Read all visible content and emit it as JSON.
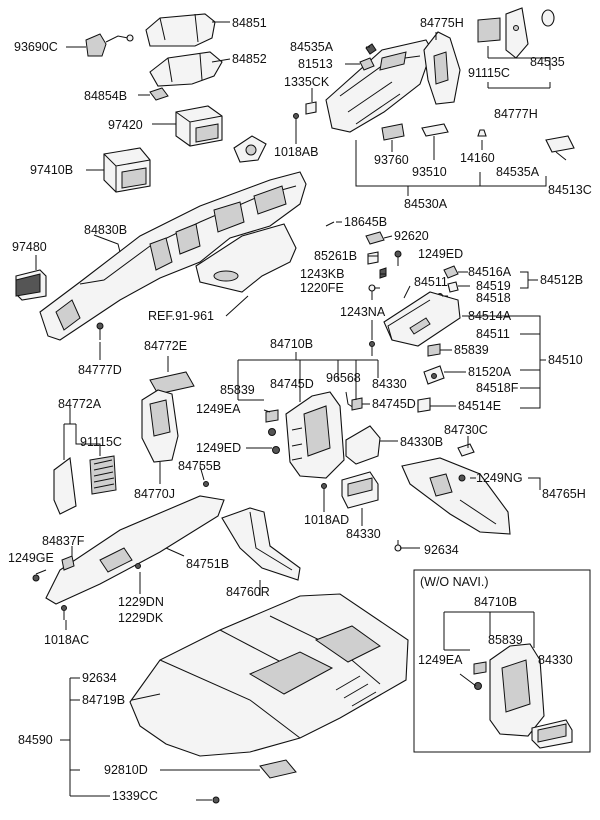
{
  "labels": {
    "p84851": "84851",
    "p93690C": "93690C",
    "p84852": "84852",
    "p84854B": "84854B",
    "p97420": "97420",
    "p97410B": "97410B",
    "p84830B": "84830B",
    "p97480": "97480",
    "p84777D": "84777D",
    "ref": "REF.91-961",
    "p84775H": "84775H",
    "p84535A_top": "84535A",
    "p81513": "81513",
    "p1335CK": "1335CK",
    "p1018AB": "1018AB",
    "p91115C_top": "91115C",
    "p84535": "84535",
    "p84777H": "84777H",
    "p93760": "93760",
    "p93510": "93510",
    "p14160": "14160",
    "p84535A_mid": "84535A",
    "p84513C": "84513C",
    "p84530A": "84530A",
    "p18645B": "18645B",
    "p92620": "92620",
    "p85261B": "85261B",
    "p1249ED_top": "1249ED",
    "p1243KB": "1243KB",
    "p84516A": "84516A",
    "p84512B": "84512B",
    "p1220FE": "1220FE",
    "p84519": "84519",
    "p84511_top": "84511",
    "p84518": "84518",
    "p1243NA": "1243NA",
    "p84514A": "84514A",
    "p84511_mid": "84511",
    "p85839_right": "85839",
    "p84510": "84510",
    "p81520A": "81520A",
    "p84518F": "84518F",
    "p84514E": "84514E",
    "p84772E": "84772E",
    "p84710B": "84710B",
    "p85839_mid": "85839",
    "p84745D_a": "84745D",
    "p96568": "96568",
    "p84330_a": "84330",
    "p1249EA": "1249EA",
    "p84745D_b": "84745D",
    "p84772A": "84772A",
    "p91115C_left": "91115C",
    "p1249ED_mid": "1249ED",
    "p84755B": "84755B",
    "p84770J": "84770J",
    "p84330B": "84330B",
    "p84730C": "84730C",
    "p1249NG": "1249NG",
    "p84765H": "84765H",
    "p1018AD": "1018AD",
    "p84330_b": "84330",
    "p84837F": "84837F",
    "p1249GE": "1249GE",
    "p84751B": "84751B",
    "p92634_mid": "92634",
    "p1229DN": "1229DN",
    "p1229DK": "1229DK",
    "p1018AC": "1018AC",
    "p84760R": "84760R",
    "p92634_bot": "92634",
    "p84719B": "84719B",
    "p84590": "84590",
    "p92810D": "92810D",
    "p1339CC": "1339CC"
  },
  "inset": {
    "title": "(W/O NAVI.)",
    "p84710B": "84710B",
    "p85839": "85839",
    "p1249EA": "1249EA",
    "p84330": "84330"
  }
}
